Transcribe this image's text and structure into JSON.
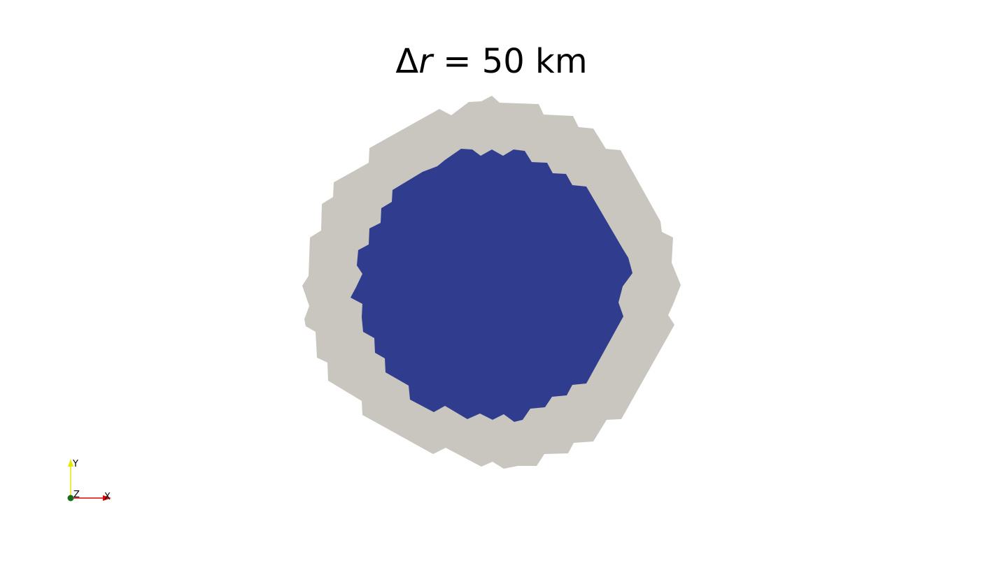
{
  "title": {
    "delta": "Δ",
    "variable": "r",
    "equals": " = ",
    "value": "50 km"
  },
  "colors": {
    "outer_shell": "#c8c6be",
    "inner_core": "#303c8e",
    "axis_x": "#e00000",
    "axis_y": "#e6e600",
    "axis_z_dot": "#1a6e1a"
  },
  "axes": {
    "x_label": "X",
    "y_label": "Y",
    "z_label": "Z"
  }
}
